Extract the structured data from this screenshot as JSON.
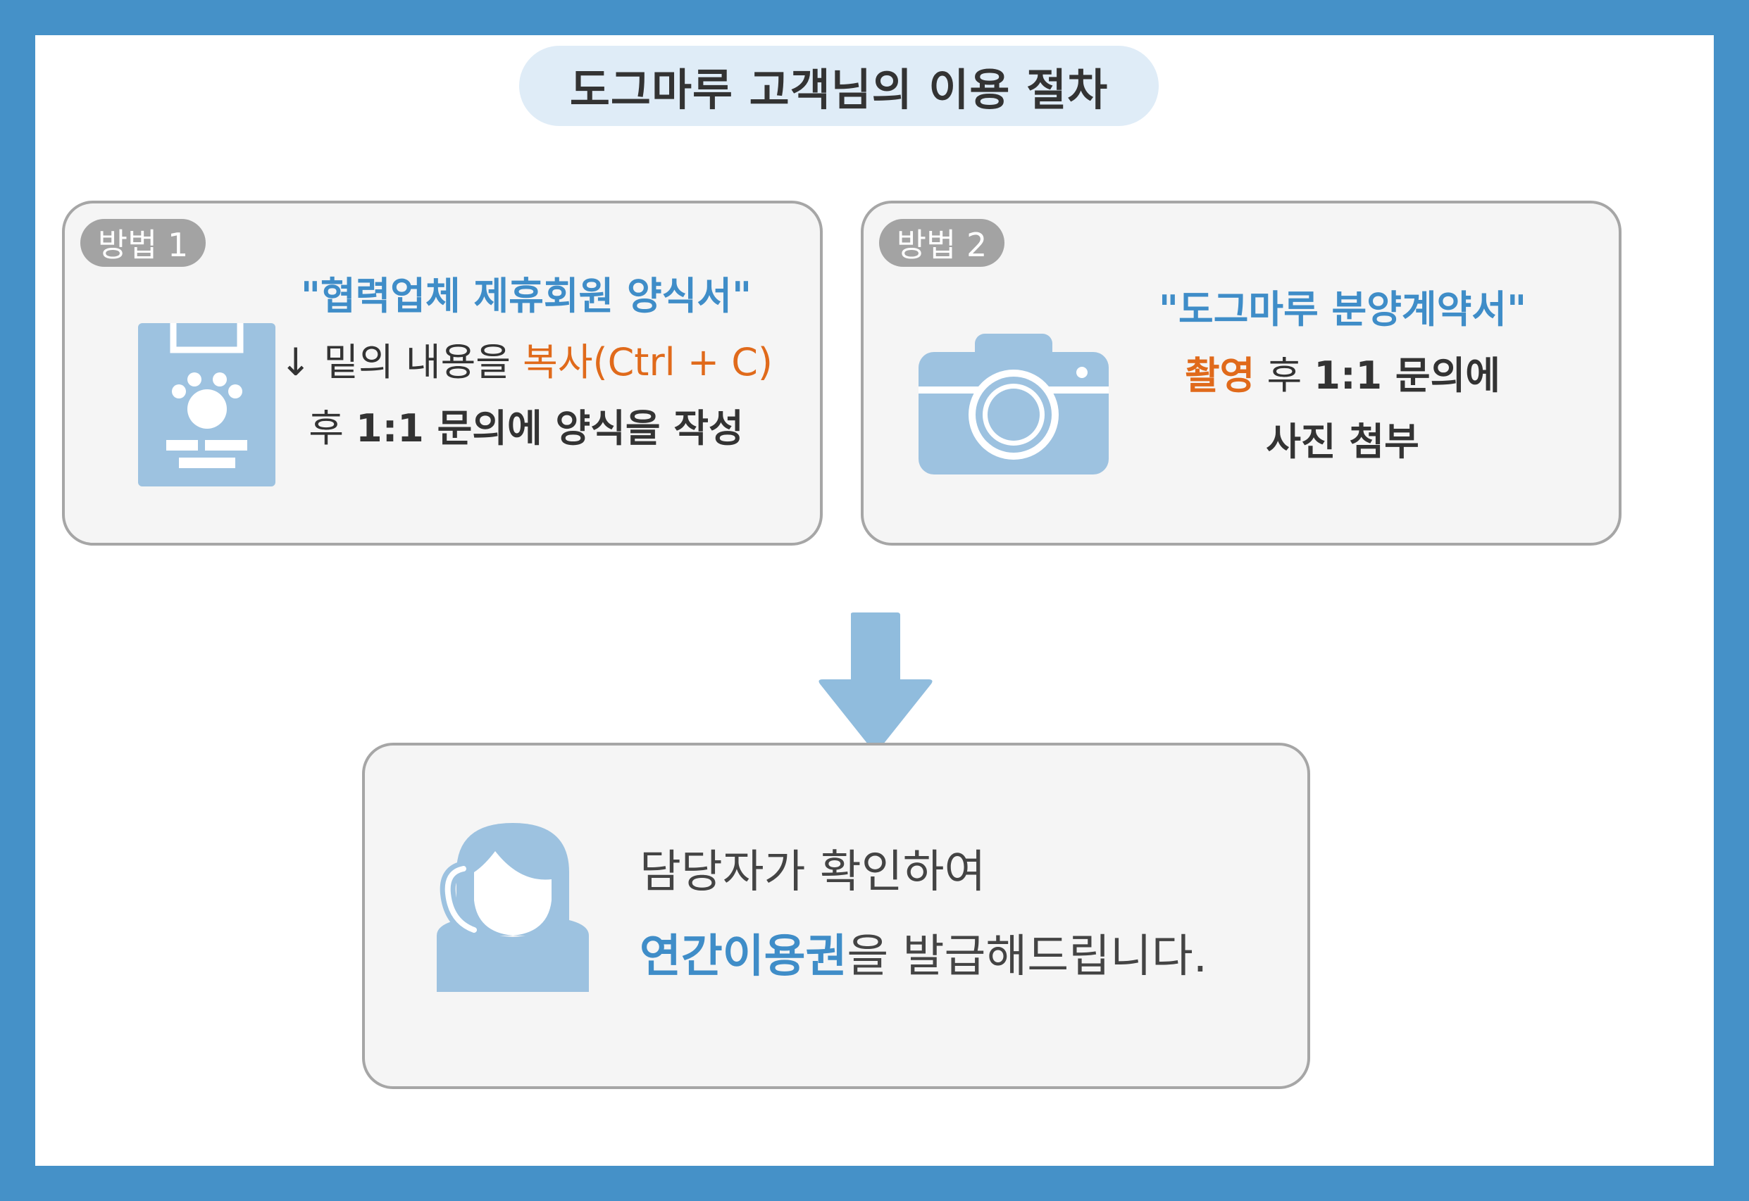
{
  "title": "도그마루 고객님의 이용 절차",
  "method1": {
    "badge": "방법 1",
    "line1": "\"협력업체 제휴회원 양식서\"",
    "line2_prefix": "↓ 밑의 내용을 ",
    "line2_highlight": "복사(Ctrl + C)",
    "line3_prefix": "후 ",
    "line3_bold": "1:1 문의에 양식을 작성",
    "icon": "id-badge-paw-icon"
  },
  "method2": {
    "badge": "방법 2",
    "line1": "\"도그마루 분양계약서\"",
    "line2_highlight": "촬영",
    "line2_mid": " 후 ",
    "line2_bold": "1:1 문의에",
    "line3_bold": "사진 첨부",
    "icon": "camera-icon"
  },
  "result": {
    "line1": "담당자가 확인하여",
    "line2_highlight": "연간이용권",
    "line2_suffix": "을 발급해드립니다.",
    "icon": "customer-service-agent-icon"
  },
  "arrow_icon": "down-arrow-icon",
  "colors": {
    "border": "#4591c8",
    "accent_blue": "#3f8dc8",
    "accent_orange": "#e06a1b",
    "icon_blue": "#9dc2e0",
    "card_bg": "#f5f5f5",
    "pill_bg": "#dfecf7"
  }
}
